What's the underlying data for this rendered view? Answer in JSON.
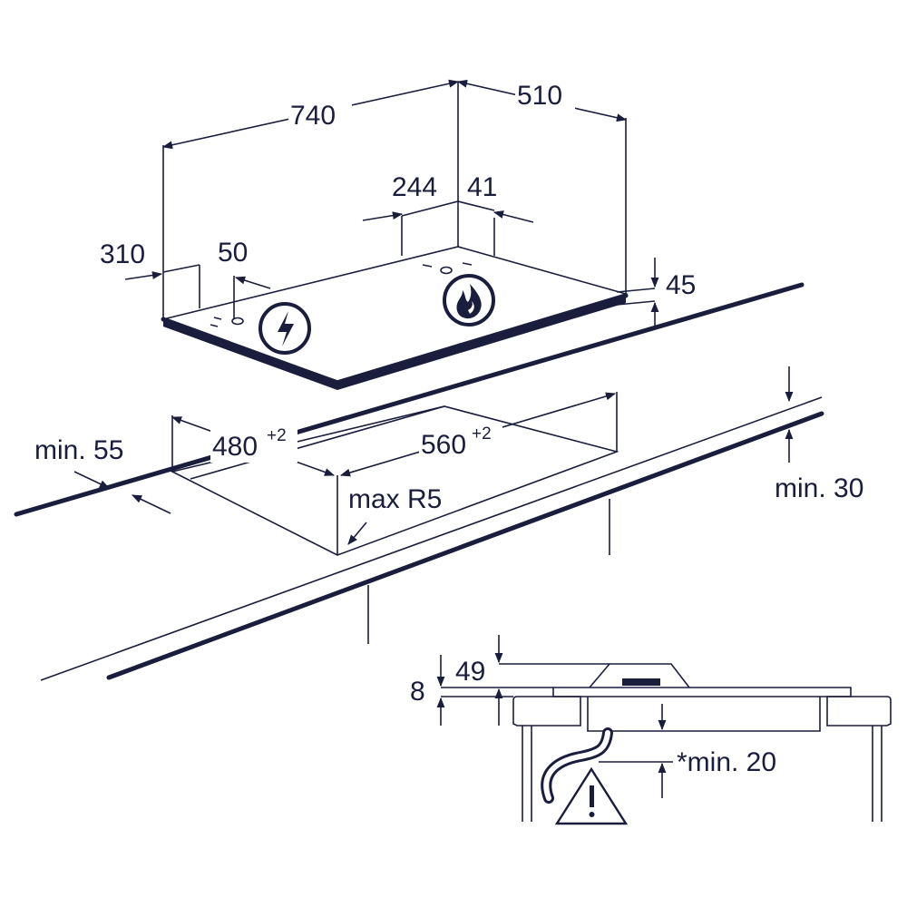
{
  "hob_dimensions": {
    "width": "740",
    "depth": "510",
    "burner_offset": "244",
    "rear_offset": "41",
    "side_depth": "310",
    "connection_offset": "50",
    "height": "45"
  },
  "cutout": {
    "depth": "480",
    "depth_tol": "+2",
    "width": "560",
    "width_tol": "+2",
    "front_clearance": "min. 55",
    "rear_clearance": "min. 30",
    "corner_radius": "max R5"
  },
  "section_view": {
    "glass_thickness": "8",
    "total_height": "49",
    "clearance_below": "*min. 20"
  },
  "icons": [
    "electric-connection-icon",
    "gas-connection-icon",
    "warning-triangle-icon"
  ],
  "colors": {
    "line": "#1a1d3c",
    "background": "#ffffff"
  }
}
